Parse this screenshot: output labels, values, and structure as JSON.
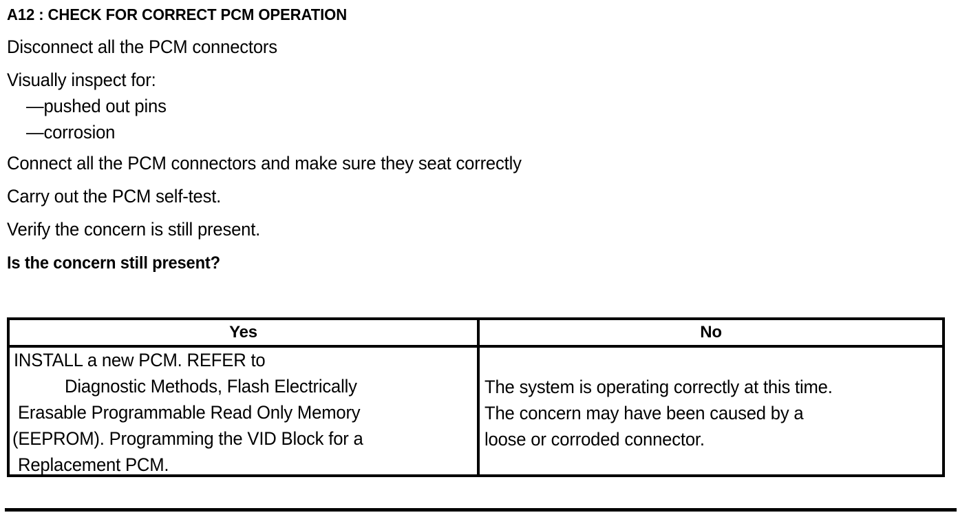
{
  "document": {
    "step_title": "A12 : CHECK FOR CORRECT PCM OPERATION",
    "procedure": [
      "Disconnect all the PCM connectors",
      "Visually inspect for:",
      "—pushed out pins",
      "—corrosion",
      "Connect all the PCM connectors and make sure they seat correctly",
      "Carry out the PCM self-test.",
      "Verify the concern is still present.",
      "Is the concern still present?"
    ]
  },
  "decision_table": {
    "headers": {
      "yes": "Yes",
      "no": "No"
    },
    "yes_cell": {
      "lines": [
        "INSTALL a new PCM.  REFER to",
        "Diagnostic Methods, Flash Electrically",
        "Erasable Programmable Read Only Memory",
        "(EEPROM). Programming the VID Block for a",
        "Replacement PCM."
      ]
    },
    "no_cell": {
      "lines": [
        "The system is operating correctly at this time.",
        "The concern may have been caused by a",
        "loose or corroded connector."
      ]
    }
  },
  "colors": {
    "ink": "#000000",
    "paper": "#ffffff"
  }
}
